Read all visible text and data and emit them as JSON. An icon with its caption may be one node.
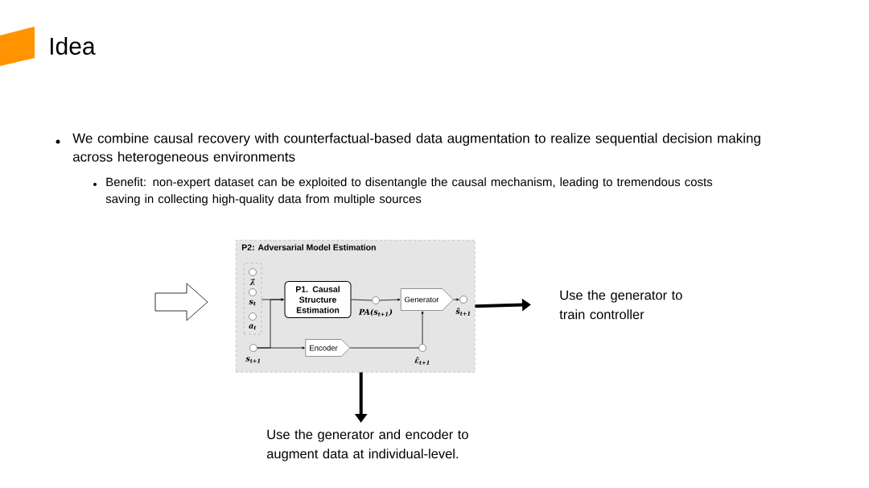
{
  "diagram": {
    "title": "Idea",
    "nodes": [
      {
        "text": [
          "P2: Adversarial Model Estimation"
        ]
      },
      {
        "text": [],
        "shape": "box",
        "in": 0
      },
      {
        "text": [],
        "shape": "circle",
        "in": 1,
        "beside": [
          "λ̂"
        ]
      },
      {
        "text": [],
        "shape": "circle",
        "in": 1,
        "beside": [
          "s$_{t}$"
        ]
      },
      {
        "text": [],
        "shape": "circle",
        "in": 1,
        "beside": [
          "a$_{t}$"
        ]
      },
      {
        "text": [
          "P1. Causal Structure Estimation"
        ],
        "in": 0
      },
      {
        "text": [],
        "shape": "circle",
        "in": 0,
        "beside": [
          "PA(s$_{t+1}$)"
        ]
      },
      {
        "text": [
          "Generator"
        ],
        "in": 0
      },
      {
        "text": [],
        "shape": "circle",
        "in": 0,
        "beside": [
          "ŝ$_{t+1}$"
        ]
      },
      {
        "text": [],
        "shape": "circle",
        "in": 0,
        "beside": [
          "s$_{t+1}$"
        ]
      },
      {
        "text": [
          "Encoder"
        ],
        "in": 0
      },
      {
        "text": [],
        "shape": "circle",
        "in": 0,
        "beside": [
          "ε̂$_{t+1}$"
        ]
      },
      {
        "text": [
          "Use the generator to train controller"
        ]
      },
      {
        "text": [
          "Use the generator and encoder to augment data at individual-level."
        ]
      }
    ],
    "edges": [
      {
        "from": 1,
        "to": 5,
        "arrow": "to"
      },
      {
        "from": 9,
        "to": 5,
        "arrow": "to"
      },
      {
        "from": 9,
        "to": 10,
        "arrow": "to"
      },
      {
        "from": 5,
        "to": 6,
        "arrow": "none"
      },
      {
        "from": 6,
        "to": 7,
        "arrow": "to"
      },
      {
        "from": 7,
        "to": 8,
        "arrow": "to"
      },
      {
        "from": 10,
        "to": 11,
        "arrow": "none"
      },
      {
        "from": 11,
        "to": 7,
        "arrow": "to"
      },
      {
        "from": 0,
        "to": 12,
        "arrow": "to",
        "style": "thick"
      },
      {
        "from": 0,
        "to": 13,
        "arrow": "to",
        "style": "thick"
      }
    ],
    "labels": [
      "We combine causal recovery with counterfactual-based data augmentation to realize sequential decision making across heterogeneous environments",
      "Benefit: non-expert dataset can be exploited to disentangle the causal mechanism, leading to tremendous costs saving in collecting high-quality data from multiple sources"
    ]
  }
}
